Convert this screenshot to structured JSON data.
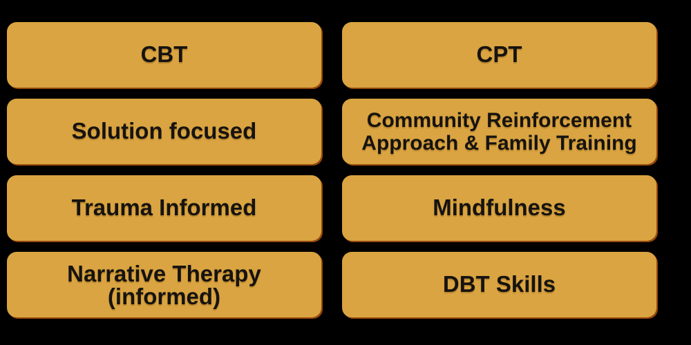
{
  "page": {
    "background_color": "#000000",
    "description": "Grid of therapy modality cards"
  },
  "palette": {
    "card_fill": "#D9A441",
    "card_edge_shadow": "#C55F0E",
    "card_text": "#161310"
  },
  "cards": [
    {
      "id": "cbt",
      "label": "CBT"
    },
    {
      "id": "cpt",
      "label": "CPT"
    },
    {
      "id": "solution-focused",
      "label": "Solution focused"
    },
    {
      "id": "craft",
      "label": "Community Reinforcement\nApproach & Family Training"
    },
    {
      "id": "trauma-informed",
      "label": "Trauma Informed"
    },
    {
      "id": "mindfulness",
      "label": "Mindfulness"
    },
    {
      "id": "narrative-therapy",
      "label": "Narrative Therapy\n(informed)"
    },
    {
      "id": "dbt-skills",
      "label": "DBT Skills"
    }
  ]
}
